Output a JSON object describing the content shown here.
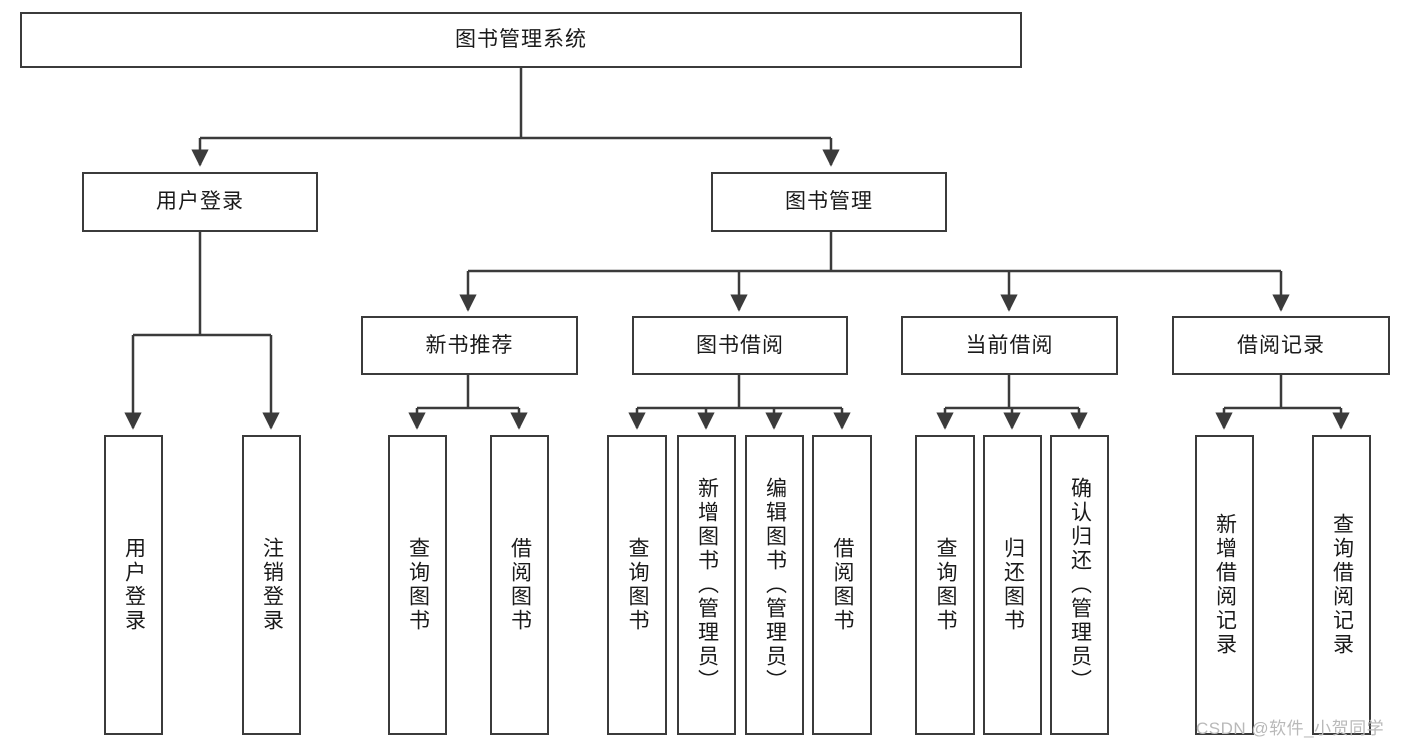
{
  "diagram": {
    "title": "图书管理系统",
    "watermark": "CSDN @软件_小贺同学",
    "colors": {
      "stroke": "#3b3b3b",
      "fill": "#ffffff",
      "text": "#1a1a1a",
      "watermark": "#b9b9b9"
    },
    "root": {
      "label": "图书管理系统"
    },
    "level2": [
      {
        "label": "用户登录"
      },
      {
        "label": "图书管理"
      }
    ],
    "level3": [
      {
        "label": "新书推荐"
      },
      {
        "label": "图书借阅"
      },
      {
        "label": "当前借阅"
      },
      {
        "label": "借阅记录"
      }
    ],
    "leaves": {
      "user_login": [
        {
          "label": "用户登录"
        },
        {
          "label": "注销登录"
        }
      ],
      "new_book_recommend": [
        {
          "label": "查询图书"
        },
        {
          "label": "借阅图书"
        }
      ],
      "book_borrow": [
        {
          "label": "查询图书"
        },
        {
          "label": "新增图书（管理员）"
        },
        {
          "label": "编辑图书（管理员）"
        },
        {
          "label": "借阅图书"
        }
      ],
      "current_borrow": [
        {
          "label": "查询图书"
        },
        {
          "label": "归还图书"
        },
        {
          "label": "确认归还（管理员）"
        }
      ],
      "borrow_record": [
        {
          "label": "新增借阅记录"
        },
        {
          "label": "查询借阅记录"
        }
      ]
    }
  }
}
